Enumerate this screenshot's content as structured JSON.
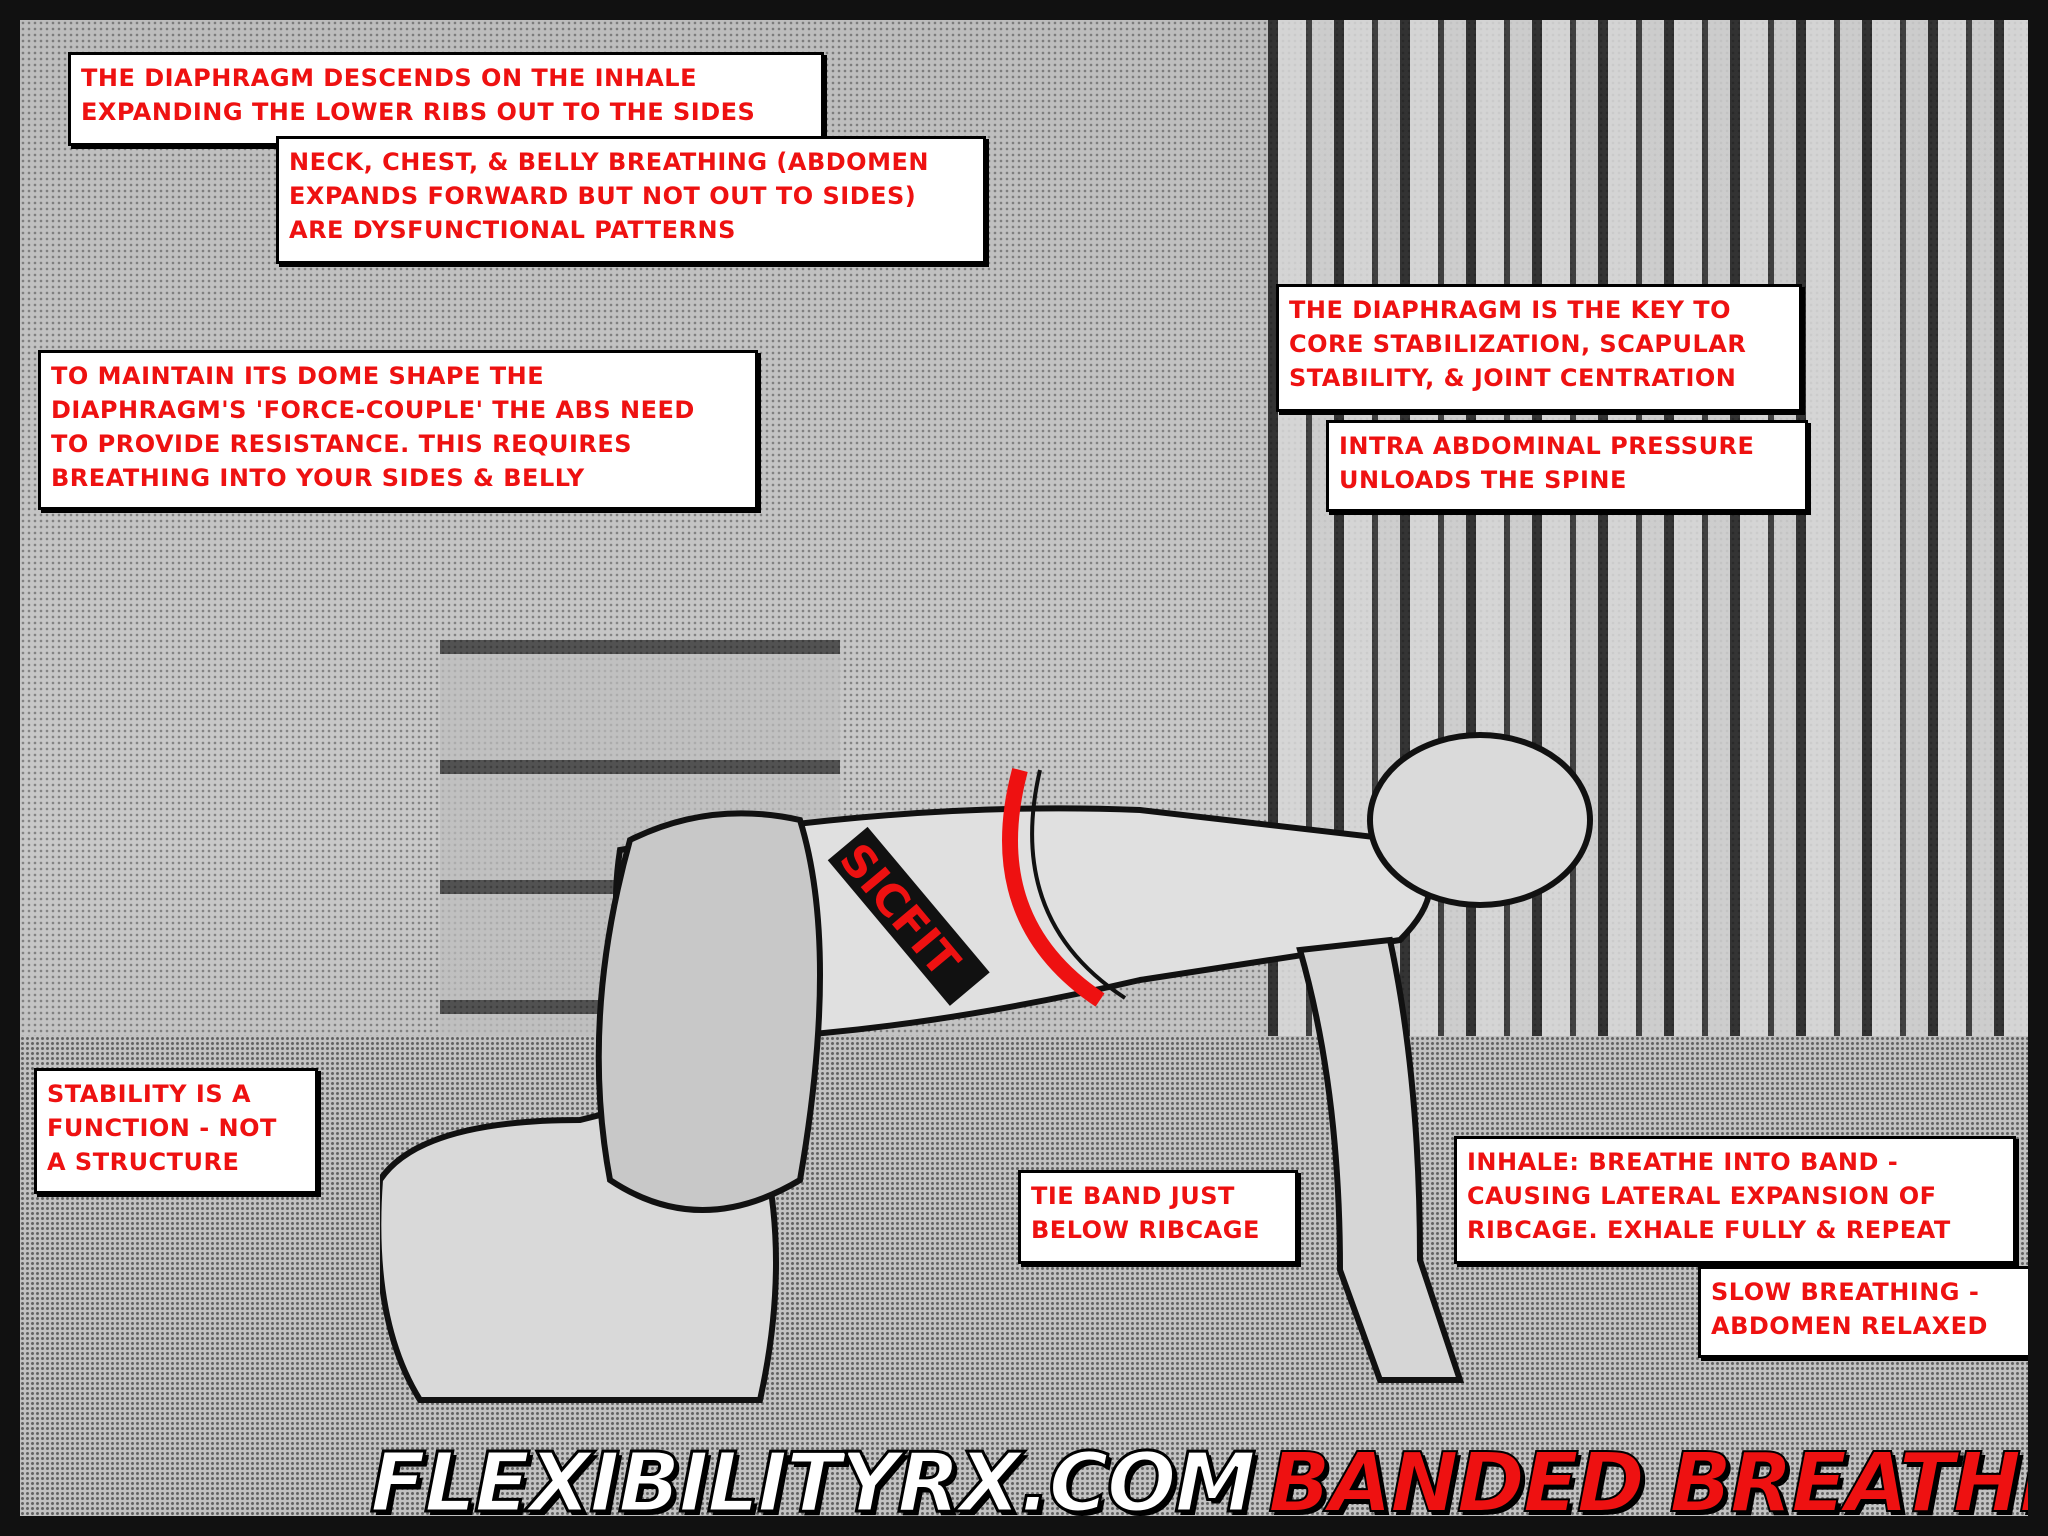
{
  "captions": [
    "The diaphragm descends on the inhale\nexpanding the lower ribs out to the sides",
    "Neck, chest, & belly breathing (abdomen\nexpands forward but not out to sides)\nare dysfunctional patterns",
    "To maintain its dome shape the\ndiaphragm's 'force-couple' the abs need\nto provide resistance. This requires\nbreathing into your sides & belly",
    "The diaphragm is the key to\ncore stabilization, scapular\nstability, & joint centration",
    "Intra abdominal pressure\nunloads the spine",
    "Stability is a\nfunction - not\na structure",
    "Tie band just\nbelow ribcage",
    "Inhale: breathe into band -\ncausing lateral expansion of\nribcage. Exhale fully & repeat",
    "Slow breathing -\nabdomen relaxed"
  ],
  "logo_text": "SICFIT",
  "title": {
    "site": "FLEXIBILITYRX.COM",
    "name": "BANDED BREATHING"
  },
  "colors": {
    "accent": "#e11111",
    "caption_bg": "#ffffff",
    "border": "#000000"
  }
}
